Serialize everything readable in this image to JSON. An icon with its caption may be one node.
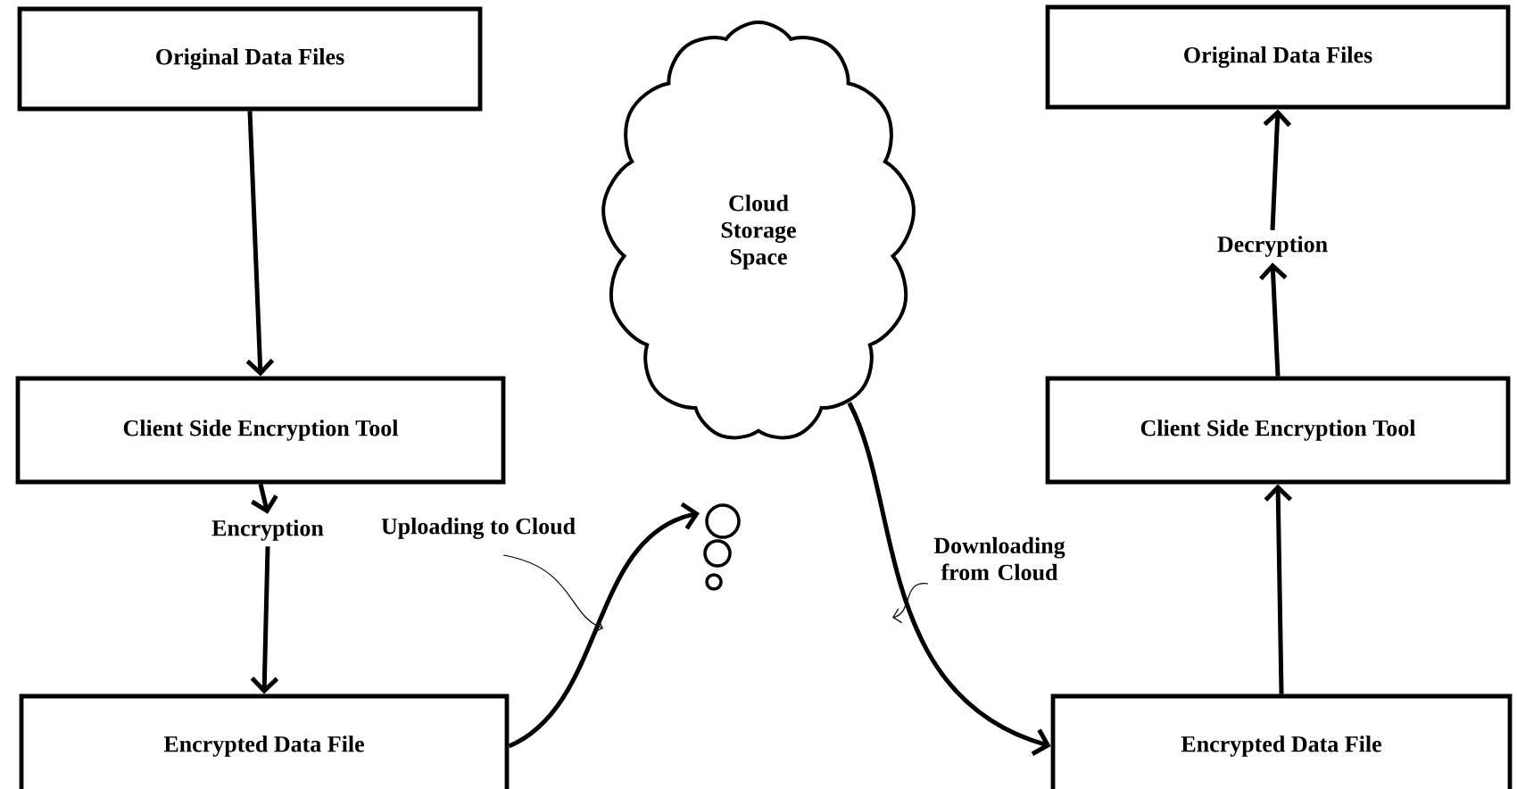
{
  "diagram": {
    "nodes": [
      {
        "text": [
          "Original Data Files"
        ]
      },
      {
        "text": [
          "Client Side Encryption Tool"
        ]
      },
      {
        "text": [
          "Encryption"
        ]
      },
      {
        "text": [
          "Encrypted Data File"
        ]
      },
      {
        "text": [
          "Cloud Storage Space"
        ]
      },
      {
        "text": [
          "Original Data Files"
        ]
      },
      {
        "text": [
          "Decryption"
        ]
      },
      {
        "text": [
          "Client Side Encryption Tool"
        ]
      },
      {
        "text": [
          "Encrypted Data File"
        ]
      }
    ],
    "edges": [
      {
        "from": 0,
        "to": 1,
        "arrow": "to"
      },
      {
        "from": 1,
        "to": 2,
        "arrow": "to"
      },
      {
        "from": 2,
        "to": 3,
        "arrow": "to"
      },
      {
        "from": 3,
        "to": 4,
        "arrow": "to",
        "label": "Uploading to Cloud"
      },
      {
        "from": 4,
        "to": 8,
        "arrow": "to",
        "label": "Downloading from Cloud"
      },
      {
        "from": 8,
        "to": 7,
        "arrow": "to"
      },
      {
        "from": 7,
        "to": 6,
        "arrow": "to"
      },
      {
        "from": 6,
        "to": 5,
        "arrow": "to"
      }
    ]
  }
}
